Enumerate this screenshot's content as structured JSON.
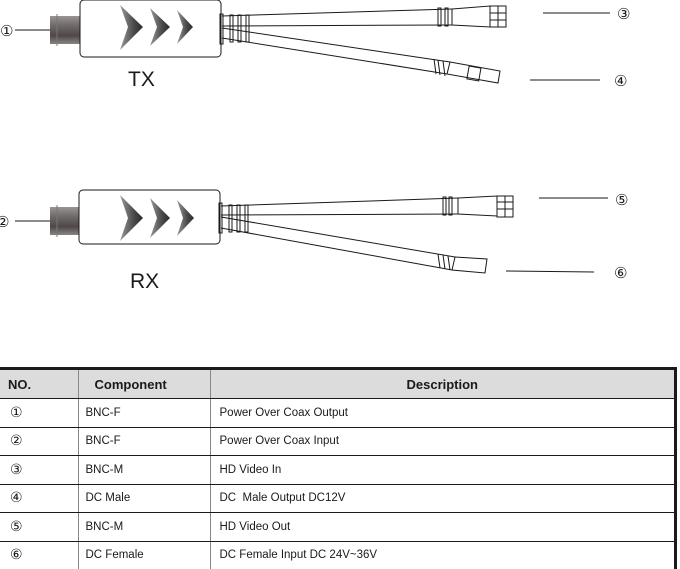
{
  "diagram": {
    "units": [
      {
        "label": "TX",
        "input_callout": "①",
        "output_callouts": [
          "③",
          "④"
        ]
      },
      {
        "label": "RX",
        "input_callout": "②",
        "output_callouts": [
          "⑤",
          "⑥"
        ]
      }
    ]
  },
  "table": {
    "headers": {
      "no": "NO.",
      "component": "Component",
      "description": "Description"
    },
    "rows": [
      {
        "no": "①",
        "component": "BNC-F",
        "description": "Power Over Coax Output"
      },
      {
        "no": "②",
        "component": "BNC-F",
        "description": "Power Over Coax Input"
      },
      {
        "no": "③",
        "component": "BNC-M",
        "description": "HD Video In"
      },
      {
        "no": "④",
        "component": "DC Male",
        "description": "DC  Male Output DC12V"
      },
      {
        "no": "⑤",
        "component": "BNC-M",
        "description": "HD Video Out"
      },
      {
        "no": "⑥",
        "component": "DC Female",
        "description": "DC Female Input DC 24V~36V"
      }
    ]
  }
}
